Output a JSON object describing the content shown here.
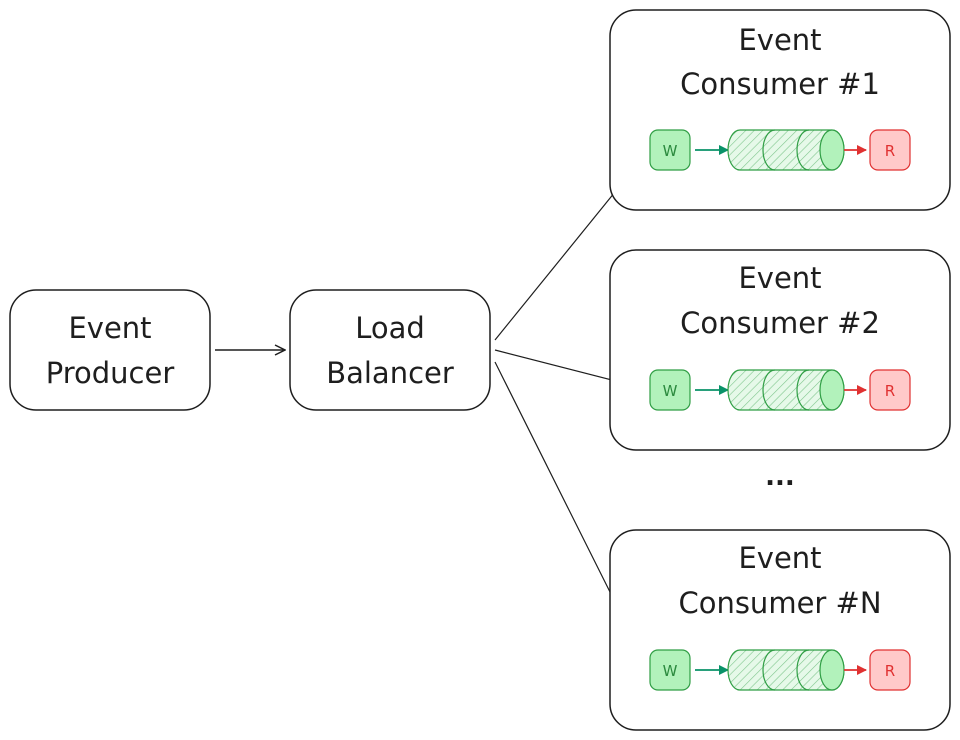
{
  "diagram": {
    "producer": {
      "line1": "Event",
      "line2": "Producer"
    },
    "balancer": {
      "line1": "Load",
      "line2": "Balancer"
    },
    "consumers": [
      {
        "line1": "Event",
        "line2": "Consumer #1",
        "writer": "W",
        "reader": "R"
      },
      {
        "line1": "Event",
        "line2": "Consumer #2",
        "writer": "W",
        "reader": "R"
      },
      {
        "line1": "Event",
        "line2": "Consumer #N",
        "writer": "W",
        "reader": "R"
      }
    ],
    "ellipsis": "...",
    "colors": {
      "stroke": "#1e1e1e",
      "writer_fill": "#b2f2bb",
      "writer_stroke": "#2f9e44",
      "writer_arrow": "#099268",
      "reader_fill": "#ffc9c9",
      "reader_stroke": "#e03131",
      "queue_fill": "#b2f2bb",
      "queue_stroke": "#2f9e44"
    }
  }
}
